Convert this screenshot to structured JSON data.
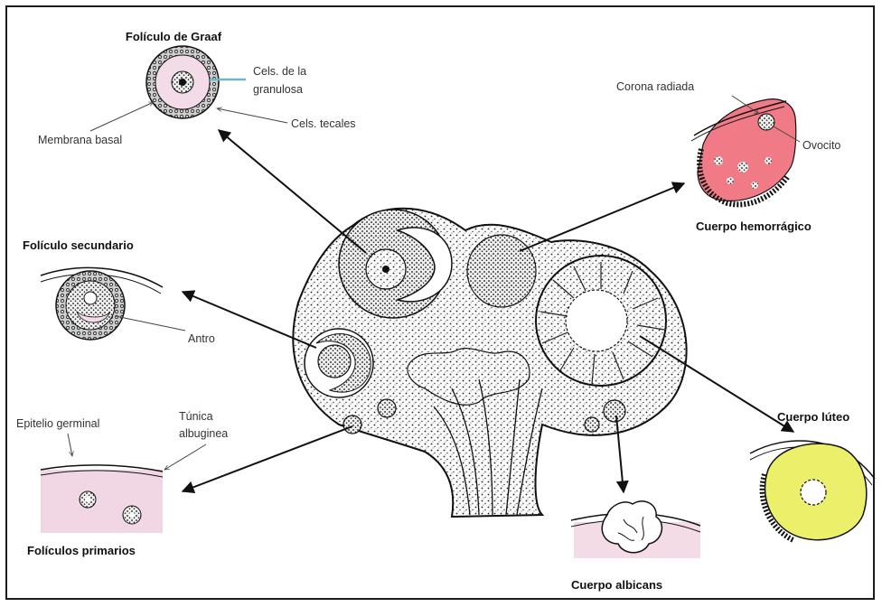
{
  "labels": {
    "graaf_title": "Folículo de Graaf",
    "cels_granulosa_1": "Cels. de la",
    "cels_granulosa_2": "granulosa",
    "cels_tecales": "Cels. tecales",
    "membrana_basal": "Membrana basal",
    "corona_radiada": "Corona radiada",
    "ovocito": "Ovocito",
    "cuerpo_hemorragico": "Cuerpo hemorrágico",
    "foliculo_secundario": "Folículo secundario",
    "antro": "Antro",
    "cuerpo_luteo": "Cuerpo lúteo",
    "epitelio_germinal": "Epitelio germinal",
    "tunica_1": "Túnica",
    "tunica_2": "albuginea",
    "foliculos_primarios": "Folículos primarios",
    "cuerpo_albicans": "Cuerpo albicans"
  },
  "colors": {
    "graaf_antrum": "#f3dce8",
    "primary_tissue": "#f1d7e3",
    "albicans_tissue": "#f4dce7",
    "hemorrhagic": "#f07b86",
    "luteum": "#ecef6a",
    "granulosa_line": "#6ab7c8",
    "ink": "#1a1a1a"
  }
}
